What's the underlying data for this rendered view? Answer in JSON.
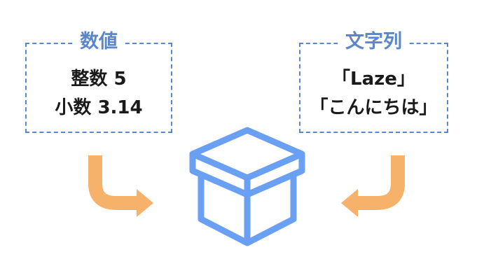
{
  "numbers": {
    "title": "数値",
    "lines": [
      "整数 5",
      "小数 3.14"
    ]
  },
  "strings": {
    "title": "文字列",
    "lines": [
      "「Laze」",
      "「こんにちは」"
    ]
  },
  "icons": {
    "container": "box-icon",
    "left_arrow": "curved-arrow-right-icon",
    "right_arrow": "curved-arrow-left-icon"
  },
  "colors": {
    "blue": "#5b86c9",
    "box_blue": "#6aa0f4",
    "orange": "#f6b26b",
    "text": "#1a1a1a"
  }
}
